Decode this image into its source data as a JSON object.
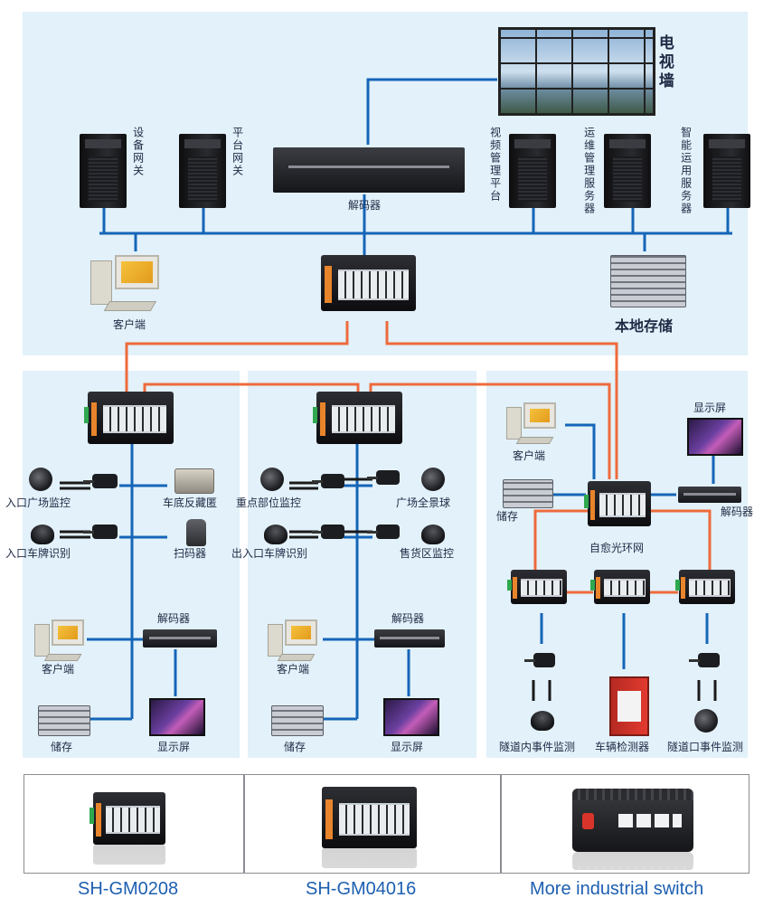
{
  "colors": {
    "panel": "#e2f1fa",
    "trunk_blue": "#1565b8",
    "fiber_orange": "#ee6a3c",
    "model_text": "#1d5fb0"
  },
  "top": {
    "tv_wall": "电视墙",
    "servers": [
      {
        "label": "设备网关"
      },
      {
        "label": "平台网关"
      },
      {
        "label": "视频管理平台"
      },
      {
        "label": "运维管理服务器"
      },
      {
        "label": "智能运用服务器"
      }
    ],
    "decoder": "解码器",
    "client": "客户端",
    "local_storage": "本地存储"
  },
  "left_panel": {
    "entrance_monitor": "入口广场监控",
    "entrance_plate": "入口车牌识别",
    "under_vehicle": "车底反藏匿",
    "scanner": "扫码器",
    "decoder": "解码器",
    "client": "客户端",
    "storage": "储存",
    "display": "显示屏"
  },
  "mid_panel": {
    "key_monitor": "重点部位监控",
    "plaza_dome": "广场全景球",
    "inout_plate": "出入口车牌识别",
    "sales_monitor": "售货区监控",
    "decoder": "解码器",
    "client": "客户端",
    "storage": "储存",
    "display": "显示屏"
  },
  "right_panel": {
    "display": "显示屏",
    "client": "客户端",
    "storage": "储存",
    "decoder": "解码器",
    "ring_network": "自愈光环网",
    "tunnel_inside": "隧道内事件监测",
    "vehicle_detector": "车辆检测器",
    "tunnel_entrance": "隧道口事件监测"
  },
  "products": [
    {
      "model": "SH-GM0208"
    },
    {
      "model": "SH-GM04016"
    },
    {
      "model": "More industrial switch"
    }
  ]
}
